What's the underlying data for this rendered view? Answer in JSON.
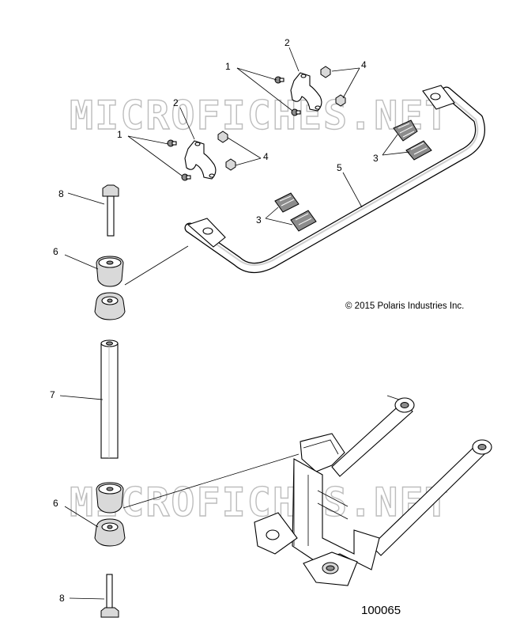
{
  "watermark": "MICROFICHES.NET",
  "copyright": "© 2015 Polaris Industries Inc.",
  "figure_number": "100065",
  "callouts": {
    "c1_top": "1",
    "c1_left": "1",
    "c2_top": "2",
    "c2_left": "2",
    "c3_right": "3",
    "c3_left": "3",
    "c4_top": "4",
    "c4_left": "4",
    "c5": "5",
    "c6_top": "6",
    "c6_bottom": "6",
    "c7": "7",
    "c8_top": "8",
    "c8_bottom": "8"
  }
}
